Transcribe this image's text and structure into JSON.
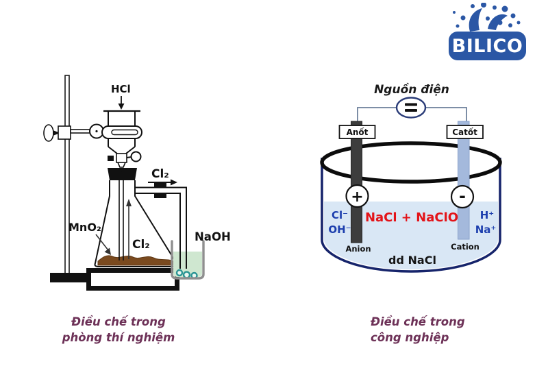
{
  "logo": {
    "text": "BILICO"
  },
  "lab": {
    "hcl": "HCl",
    "cl2_out": "Cl₂",
    "cl2_in": "Cl₂",
    "mno2": "MnO₂",
    "naoh": "NaOH",
    "caption_line1": "Điều chế trong",
    "caption_line2": "phòng thí nghiệm"
  },
  "industry": {
    "power_source": "Nguồn điện",
    "anode": "Anốt",
    "cathode": "Catốt",
    "plus": "+",
    "minus": "-",
    "ion_cl": "Cl⁻",
    "ion_oh": "OH⁻",
    "ion_h": "H⁺",
    "ion_na": "Na⁺",
    "products": "NaCl + NaClO",
    "anion": "Anion",
    "cation": "Cation",
    "solution": "dd NaCl",
    "caption_line1": "Điều chế trong",
    "caption_line2": "công nghiệp"
  },
  "colors": {
    "logo_blue": "#2b57a5",
    "ion_blue": "#1d3fae",
    "product_red": "#e31318",
    "caption_plum": "#6d3157",
    "anode_gray": "#3d3d3d",
    "cathode_blue": "#a4b9dc",
    "tank_border_navy": "#16246b",
    "liquid_blue": "#d9e7f5",
    "naoh_green": "#cfe7d0",
    "powder_brown": "#7a4a1f"
  }
}
